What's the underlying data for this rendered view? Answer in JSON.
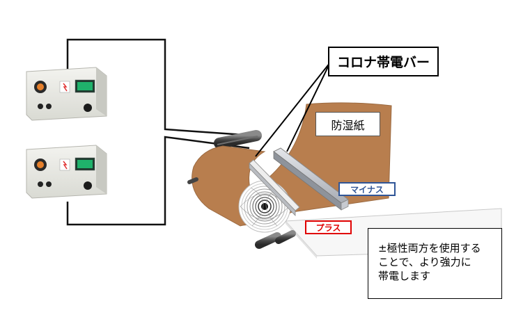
{
  "labels": {
    "corona_bar": "コロナ帯電バー",
    "moisture_paper": "防湿紙",
    "minus": "マイナス",
    "plus": "プラス"
  },
  "note": {
    "lines": [
      "±極性両方を使用する",
      "ことで、より強力に",
      "帯電します"
    ]
  },
  "colors": {
    "paper": "#b87e4e",
    "minus": "#2f5597",
    "plus": "#e00000",
    "display": "#1fb26b"
  }
}
